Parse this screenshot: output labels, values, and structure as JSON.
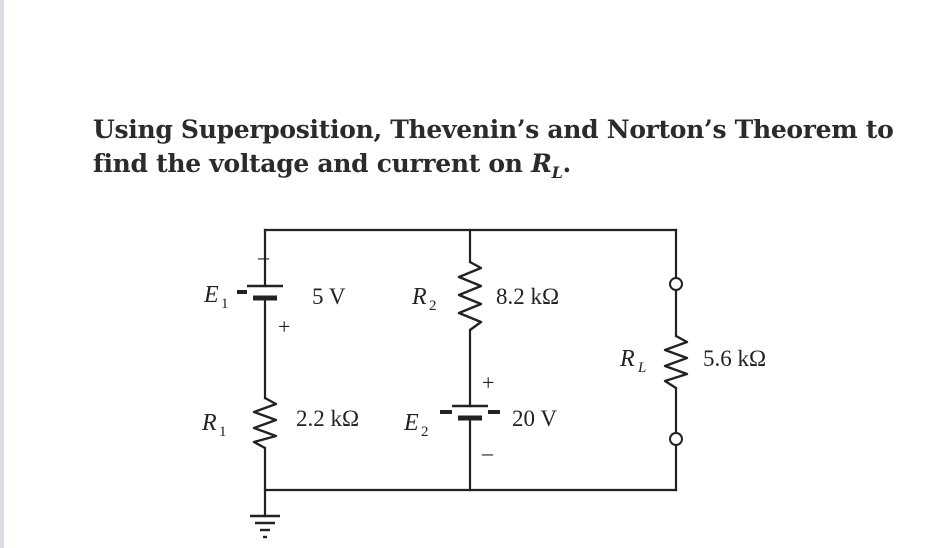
{
  "question": {
    "line1": "Using Superposition, Thevenin’s and Norton’s Theorem to",
    "line2_prefix": "find the voltage and current on ",
    "rl_symbol": "R",
    "rl_subscript": "L",
    "line2_suffix": "."
  },
  "circuit": {
    "e1": {
      "symbol": "E",
      "subscript": "1",
      "value": "5 V",
      "top_sign": "–",
      "bottom_sign": "+"
    },
    "r2": {
      "symbol": "R",
      "subscript": "2",
      "value": "8.2 kΩ"
    },
    "rl": {
      "symbol": "R",
      "subscript": "L",
      "value": "5.6 kΩ"
    },
    "r1": {
      "symbol": "R",
      "subscript": "1",
      "value": "2.2 kΩ"
    },
    "e2": {
      "symbol": "E",
      "subscript": "2",
      "value": "20 V",
      "top_sign": "+",
      "bottom_sign": "–"
    }
  },
  "colors": {
    "wire": "#222222",
    "text": "#2b2b2b",
    "background": "#ffffff"
  }
}
